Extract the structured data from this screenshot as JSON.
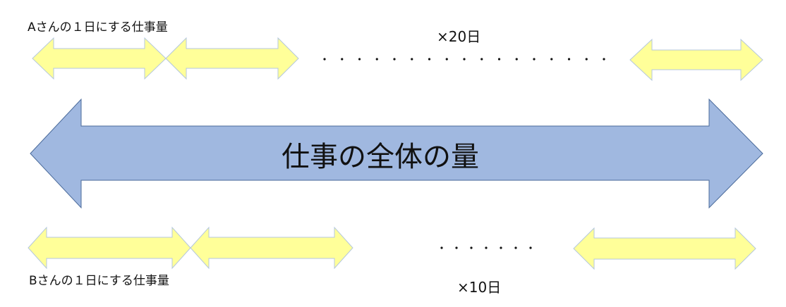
{
  "colors": {
    "small_arrow_fill": "#ffff99",
    "small_arrow_stroke": "#b4c7dc",
    "big_arrow_fill": "#a0b8e0",
    "big_arrow_stroke": "#4a6a9a",
    "text": "#111111"
  },
  "top_row": {
    "label": "Aさんの１日にする仕事量",
    "multiplier": "×20日",
    "days": 20,
    "dots_count": 17,
    "visible_arrows": 3
  },
  "center": {
    "label": "仕事の全体の量"
  },
  "bottom_row": {
    "label": "Bさんの１日にする仕事量",
    "multiplier": "×10日",
    "days": 10,
    "dots_count": 7,
    "visible_arrows": 3
  }
}
